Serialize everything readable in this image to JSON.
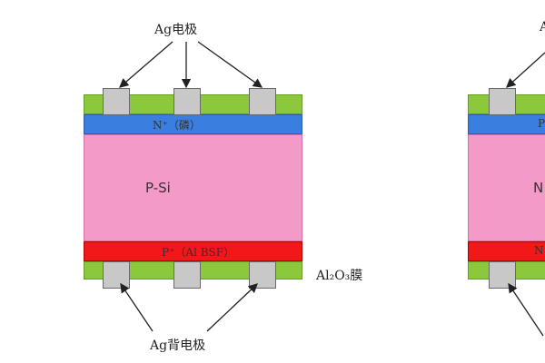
{
  "left_cell": {
    "front_electrode_label": "Ag电极",
    "n_layer_label": "N⁺（磷）",
    "substrate_label": "P-Si",
    "bsf_layer_label": "P⁺（Al BSF）",
    "passivation_label": "Al₂O₃膜",
    "back_electrode_label": "Ag背电极"
  },
  "right_cell": {
    "front_electrode_label": "A",
    "n_layer_label": "P",
    "substrate_label": "N",
    "bsf_layer_label": "N"
  },
  "colors": {
    "passivation_green": "#8cc83c",
    "n_layer_blue": "#3a7fe0",
    "substrate_pink": "#f49ac8",
    "bsf_red": "#f01818",
    "electrode_gray": "#c8c8c8"
  }
}
